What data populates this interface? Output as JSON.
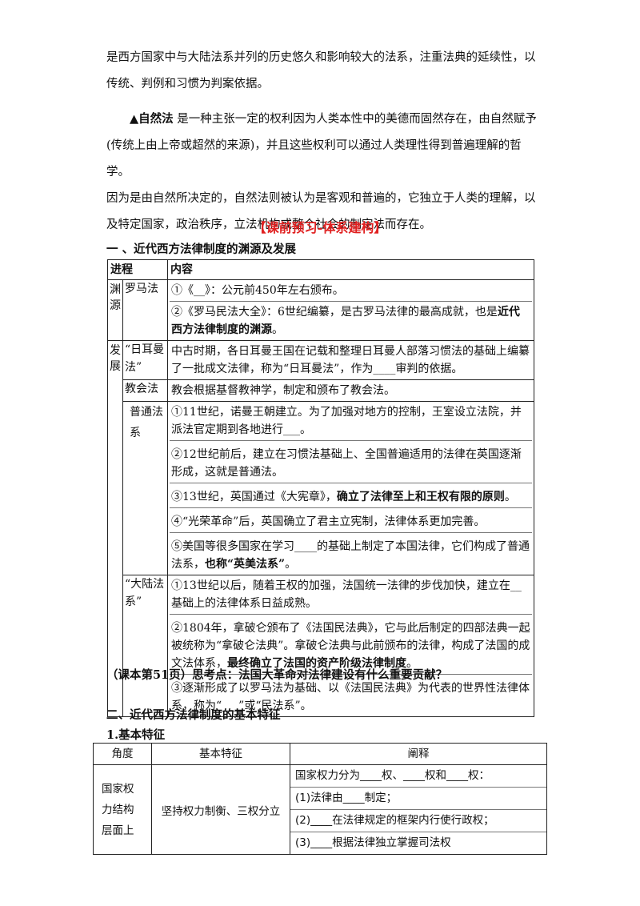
{
  "intro": {
    "line1": "是西方国家中与大陆法系并列的历史悠久和影响较大的法系，注重法典的延续性，以",
    "line2": "传统、判例和习惯为判案依据。"
  },
  "natural_law": {
    "term": "▲自然法",
    "line1": " 是一种主张一定的权利因为人类本性中的美德而固然存在，由自然赋予",
    "line2": "(传统上由上帝或超然的来源)，并且这些权利可以通过人类理性得到普遍理解的哲学。",
    "line3": "因为是由自然所决定的，自然法则被认为是客观和普遍的，它独立于人类的理解，以",
    "line4": "及特定国家，政治秩序，立法机构或整个社会的制定法而存在。"
  },
  "section_title": "【课前预习-体系建构】",
  "part1": {
    "heading": "一 、近代西方法律制度的渊源及发展",
    "col_stage": "进程",
    "col_content": "内容",
    "origin_label": "渊源",
    "roman_label": "罗马法",
    "roman_1": "①《__》：公元前450年左右颁布。",
    "roman_2a": "②《罗马民法大全》：6世纪编纂，是古罗马法律的最高成就，也是",
    "roman_2b": "近代西方法律制度的渊源",
    "roman_2c": "。",
    "dev_label": "发展",
    "germanic_label": "“日耳曼法”",
    "germanic_text": "中古时期，各日耳曼王国在记载和整理日耳曼人部落习惯法的基础上编纂了一批成文法律，称为“日耳曼法”，作为____审判的依据。",
    "canon_label": "教会法",
    "canon_text": "教会根据基督教神学，制定和颁布了教会法。",
    "common_label": "普通法系",
    "common_1": "①11世纪，诺曼王朝建立。为了加强对地方的控制，王室设立法院，并派法官定期到各地进行___。",
    "common_2": "②12世纪前后，建立在习惯法基础上、全国普遍适用的法律在英国逐渐形成，这就是普通法。",
    "common_3a": "③13世纪，英国通过《大宪章》，",
    "common_3b": "确立了法律至上和王权有限的原则",
    "common_3c": "。",
    "common_4": "④“光荣革命”后，英国确立了君主立宪制，法律体系更加完善。",
    "common_5a": "⑤美国等很多国家在学习____的基础上制定了本国法律，它们构成了普通法系，",
    "common_5b": "也称“英美法系”",
    "common_5c": "。",
    "civil_label": "“大陆法系”",
    "civil_1": "①13世纪以后，随着王权的加强，法国统一法律的步伐加快，建立在__基础上的法律体系日益成熟。",
    "civil_2a": "②1804年，拿破仑颁布了《法国民法典》，它与此后制定的四部法典一起被统称为“拿破仑法典”。拿破仑法典与此前颁布的法律，构成了法国的成文法体系，",
    "civil_2b": "最终确立了法国的资产阶级法律制度",
    "civil_2c": "。",
    "civil_3": "③逐渐形成了以罗马法为基础、以《法国民法典》为代表的世界性法律体系，称为“___”或“民法系”。"
  },
  "think_point": "（课本第51页）思考点：法国大革命对法律建设有什么重要贡献？",
  "part2": {
    "heading": "二、近代西方法律制度的基本特征",
    "sub": "1.基本特征",
    "col_angle": "角度",
    "col_feature": "基本特征",
    "col_explain": "阐释",
    "row_angle": "国家权力结构层面上",
    "row_feature": "坚持权力制衡、三权分立",
    "exp_1": "国家权力分为____权、____权和____权：",
    "exp_2": "(1)法律由____制定；",
    "exp_3": "(2)____在法律规定的框架内行使行政权；",
    "exp_4": "(3)____根据法律独立掌握司法权"
  }
}
